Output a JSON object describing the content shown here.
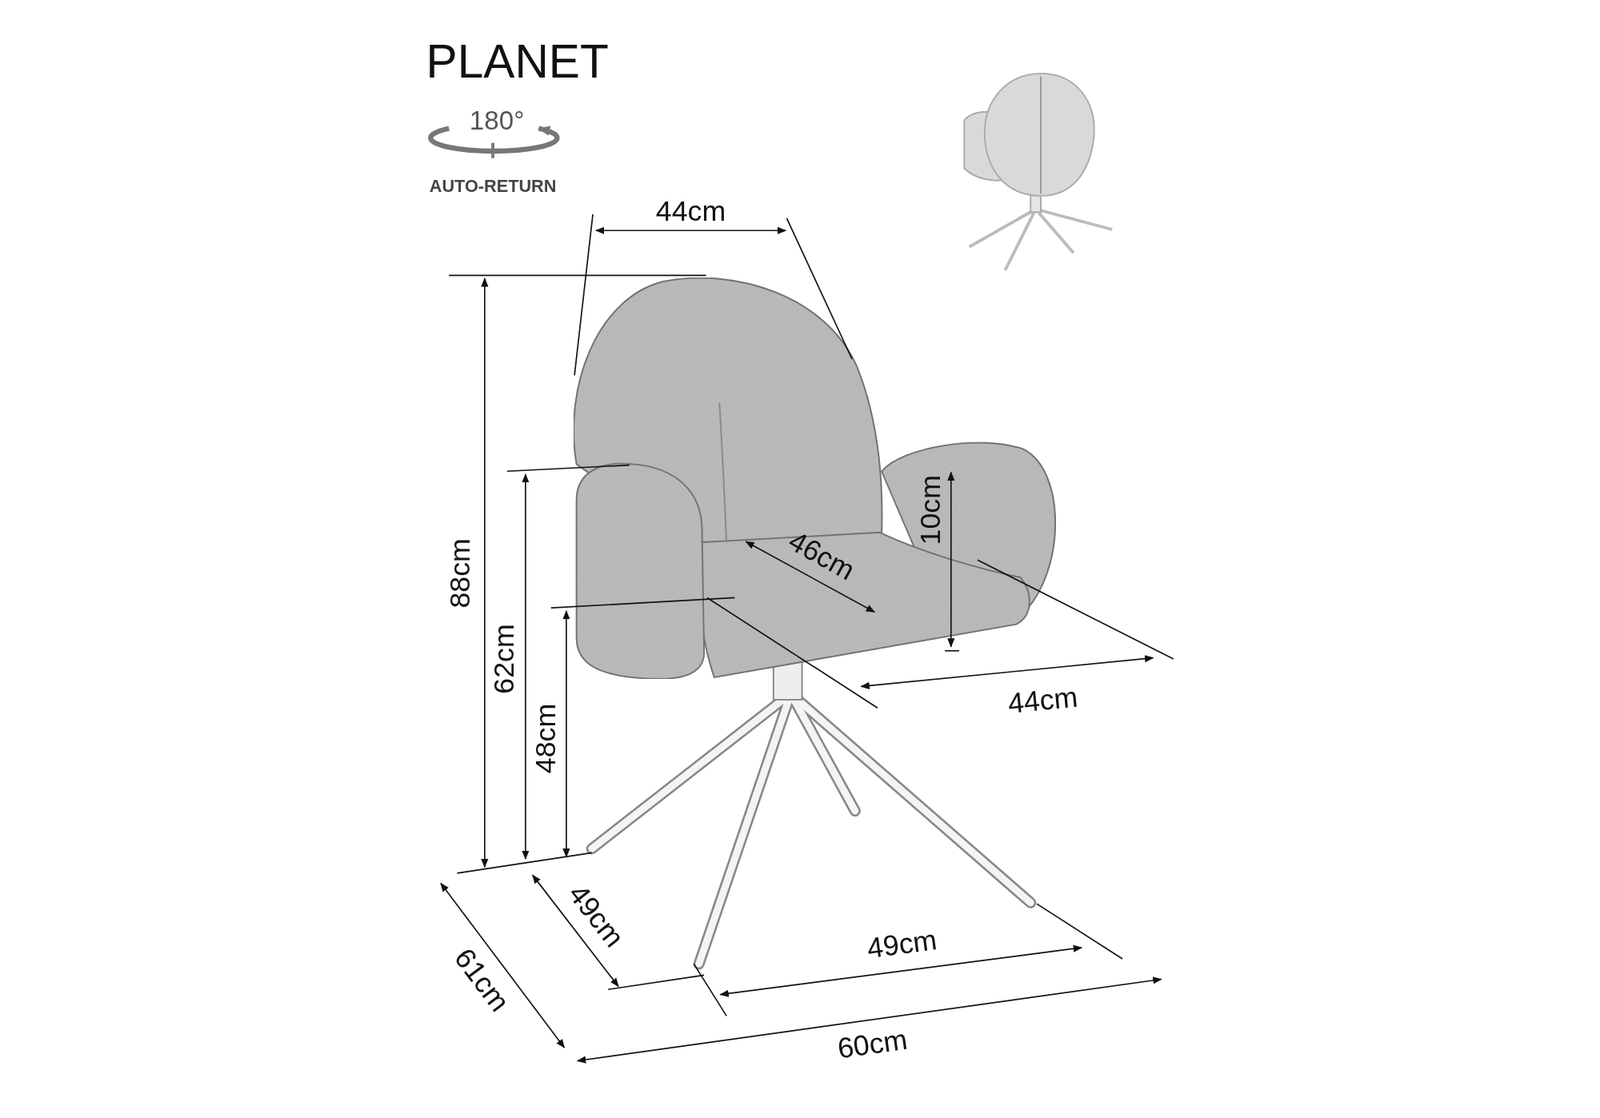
{
  "diagram": {
    "title": "PLANET",
    "labels": [
      "180°",
      "AUTO-RETURN",
      "44cm",
      "88cm",
      "62cm",
      "48cm",
      "46cm",
      "10cm",
      "44cm",
      "49cm",
      "49cm",
      "61cm",
      "60cm"
    ]
  }
}
